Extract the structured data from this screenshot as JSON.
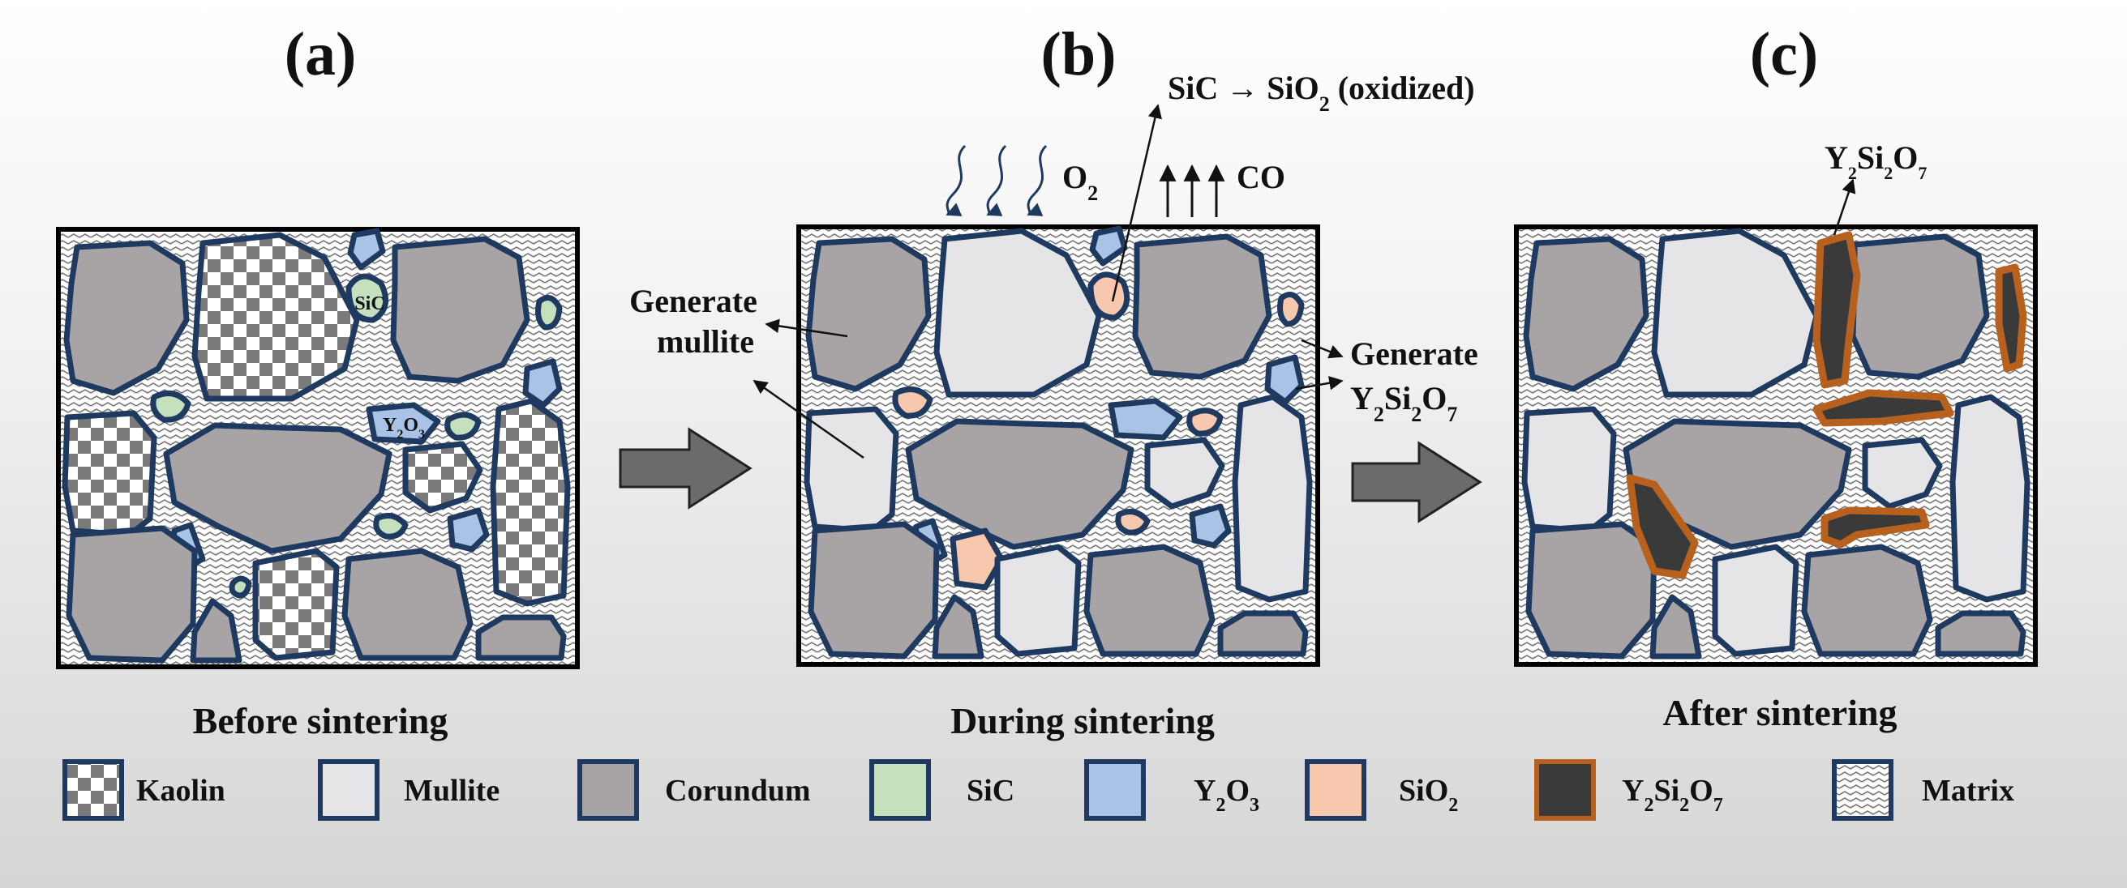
{
  "panels": {
    "a": {
      "letter": "(a)",
      "caption": "Before sintering"
    },
    "b": {
      "letter": "(b)",
      "caption": "During sintering"
    },
    "c": {
      "letter": "(c)",
      "caption": "After sintering"
    }
  },
  "annotations": {
    "sic_label": "SiC",
    "y2o3_label": {
      "base1": "Y",
      "sub1": "2",
      "base2": "O",
      "sub2": "3"
    },
    "oxidized": {
      "a": "SiC → SiO",
      "sub": "2",
      "b": " (oxidized)"
    },
    "o2": {
      "base": "O",
      "sub": "2"
    },
    "co": "CO",
    "generate_mullite_line1": "Generate",
    "generate_mullite_line2": "mullite",
    "generate_y2si2o7_line1": "Generate",
    "y2si2o7": {
      "b1": "Y",
      "s1": "2",
      "b2": "Si",
      "s2": "2",
      "b3": "O",
      "s3": "7"
    }
  },
  "legend": [
    {
      "label": "Kaolin",
      "fill": "checker",
      "stroke": "#1f3a60"
    },
    {
      "label": "Mullite",
      "fill": "#e5e4e6",
      "stroke": "#1f3a60"
    },
    {
      "label": "Corundum",
      "fill": "#a8a4a5",
      "stroke": "#1f3a60"
    },
    {
      "label": "SiC",
      "fill": "#c4e0bd",
      "stroke": "#1f3a60"
    },
    {
      "label": {
        "b1": "Y",
        "s1": "2",
        "b2": "O",
        "s2": "3"
      },
      "fill": "#a9c3e6",
      "stroke": "#1f3a60"
    },
    {
      "label": {
        "b1": "SiO",
        "s1": "2"
      },
      "fill": "#f7c8ad",
      "stroke": "#1f3a60"
    },
    {
      "label": {
        "b1": "Y",
        "s1": "2",
        "b2": "Si",
        "s2": "2",
        "b3": "O",
        "s3": "7"
      },
      "fill": "#3a3a3a",
      "stroke": "#b8611f"
    },
    {
      "label": "Matrix",
      "fill": "zigzag",
      "stroke": "#1f3a60"
    }
  ],
  "colors": {
    "outline": "#1f3a60",
    "kaolin_dark": "#7a7a7a",
    "mullite": "#e5e4e6",
    "corundum": "#a8a4a5",
    "sic": "#c4e0bd",
    "y2o3": "#a9c3e6",
    "sio2": "#f7c8ad",
    "y2si2o7_fill": "#3a3a3a",
    "y2si2o7_rim": "#b8611f",
    "process_arrow": "#6b6b6b"
  }
}
